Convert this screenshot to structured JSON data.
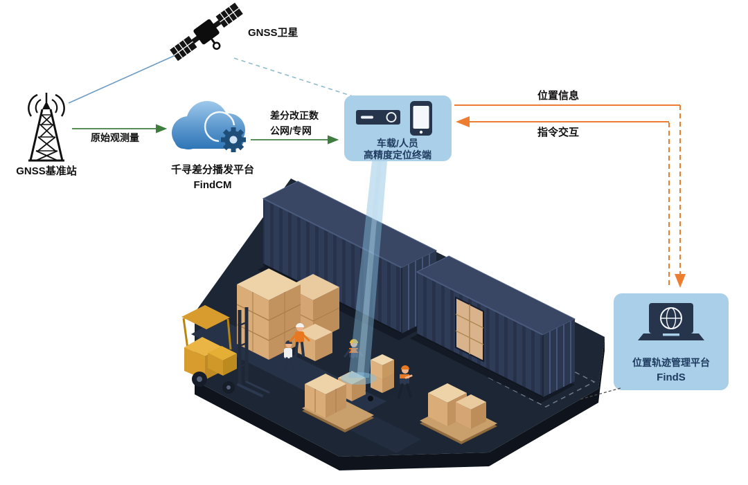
{
  "diagram": {
    "satellite": {
      "label": "GNSS卫星"
    },
    "base_station": {
      "label": "GNSS基准站"
    },
    "flow_raw_observation": {
      "label": "原始观测量"
    },
    "cloud_platform": {
      "name": "千寻差分播发平台",
      "product": "FindCM"
    },
    "flow_correction": {
      "line1": "差分改正数",
      "line2": "公网/专网"
    },
    "terminal_panel": {
      "line1": "车载/人员",
      "line2": "高精度定位终端"
    },
    "flow_position_info": {
      "label": "位置信息"
    },
    "flow_command": {
      "label": "指令交互"
    },
    "tracking_platform": {
      "line1": "位置轨迹管理平台",
      "line2": "FindS"
    }
  },
  "colors": {
    "flow_green": "#3f7d3f",
    "flow_orange": "#ed7d31",
    "satellite_link_solid": "#6b9bc3",
    "satellite_link_dashed": "#8fbccb",
    "panel_background": "#aacfe8",
    "panel_text": "#1e3a5f",
    "cloud_blue": "#2e75b6",
    "container_navy": "#2f3c58",
    "carton_tan": "#d9ac78",
    "forklift_yellow": "#eab544",
    "beam_blue": "#85bfe0"
  }
}
